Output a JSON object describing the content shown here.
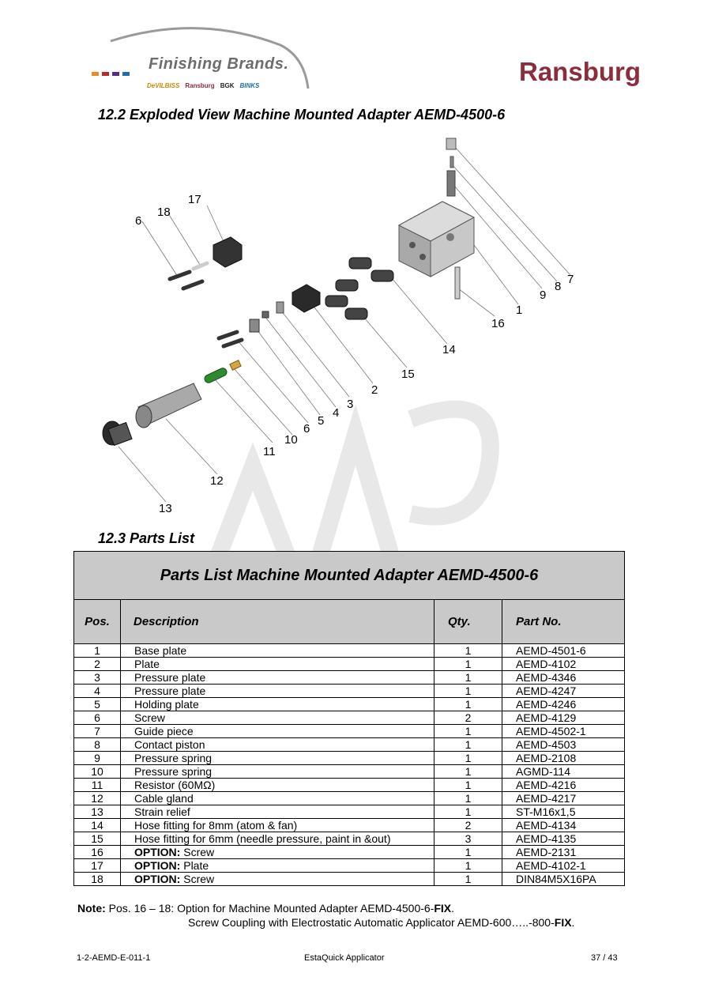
{
  "header": {
    "logo_text": "Finishing Brands.",
    "sub_brands": [
      "DeVILBISS",
      "Ransburg",
      "BGK",
      "BINKS"
    ],
    "brand": "Ransburg",
    "colors": {
      "brand": "#8b2d3c",
      "dot_orange": "#f08a1c",
      "dot_red": "#c0272d",
      "dot_purple": "#5b2a86",
      "dot_blue": "#1a6fb5"
    }
  },
  "exploded": {
    "heading": "12.2 Exploded View Machine Mounted Adapter AEMD-4500-6",
    "callouts": [
      "1",
      "2",
      "3",
      "4",
      "5",
      "6",
      "6",
      "7",
      "8",
      "9",
      "10",
      "11",
      "12",
      "13",
      "14",
      "15",
      "16",
      "17",
      "18"
    ]
  },
  "parts_list": {
    "heading": "12.3 Parts List",
    "table_title": "Parts List Machine Mounted Adapter AEMD-4500-6",
    "columns": [
      "Pos.",
      "Description",
      "Qty.",
      "Part No."
    ],
    "rows": [
      {
        "pos": "1",
        "desc": "Base plate",
        "qty": "1",
        "part": "AEMD-4501-6"
      },
      {
        "pos": "2",
        "desc": "Plate",
        "qty": "1",
        "part": "AEMD-4102"
      },
      {
        "pos": "3",
        "desc": "Pressure plate",
        "qty": "1",
        "part": "AEMD-4346"
      },
      {
        "pos": "4",
        "desc": "Pressure plate",
        "qty": "1",
        "part": "AEMD-4247"
      },
      {
        "pos": "5",
        "desc": "Holding plate",
        "qty": "1",
        "part": "AEMD-4246"
      },
      {
        "pos": "6",
        "desc": "Screw",
        "qty": "2",
        "part": "AEMD-4129"
      },
      {
        "pos": "7",
        "desc": "Guide piece",
        "qty": "1",
        "part": "AEMD-4502-1"
      },
      {
        "pos": "8",
        "desc": "Contact piston",
        "qty": "1",
        "part": "AEMD-4503"
      },
      {
        "pos": "9",
        "desc": "Pressure spring",
        "qty": "1",
        "part": "AEMD-2108"
      },
      {
        "pos": "10",
        "desc": "Pressure spring",
        "qty": "1",
        "part": "AGMD-114"
      },
      {
        "pos": "11",
        "desc": "Resistor (60MΩ)",
        "qty": "1",
        "part": "AEMD-4216"
      },
      {
        "pos": "12",
        "desc": "Cable gland",
        "qty": "1",
        "part": "AEMD-4217"
      },
      {
        "pos": "13",
        "desc": "Strain relief",
        "qty": "1",
        "part": "ST-M16x1,5"
      },
      {
        "pos": "14",
        "desc": "Hose fitting for 8mm (atom & fan)",
        "qty": "2",
        "part": "AEMD-4134"
      },
      {
        "pos": "15",
        "desc": "Hose fitting for 6mm (needle pressure, paint in &out)",
        "qty": "3",
        "part": "AEMD-4135"
      },
      {
        "pos": "16",
        "option": "OPTION:",
        "desc": " Screw",
        "qty": "1",
        "part": "AEMD-2131"
      },
      {
        "pos": "17",
        "option": "OPTION:",
        "desc": " Plate",
        "qty": "1",
        "part": "AEMD-4102-1"
      },
      {
        "pos": "18",
        "option": "OPTION:",
        "desc": " Screw",
        "qty": "1",
        "part": "DIN84M5X16PA"
      }
    ]
  },
  "note": {
    "label": "Note:",
    "line1_pre": " Pos. 16 – 18:  Option for Machine Mounted Adapter AEMD-4500-6-",
    "line1_bold": "FIX",
    "line1_end": ".",
    "line2_pre": "Screw Coupling with Electrostatic Automatic Applicator AEMD-600…..-800-",
    "line2_bold": "FIX",
    "line2_end": "."
  },
  "footer": {
    "doc_id": "1-2-AEMD-E-011-1",
    "product": "EstaQuick Applicator",
    "page": "37 / 43"
  }
}
